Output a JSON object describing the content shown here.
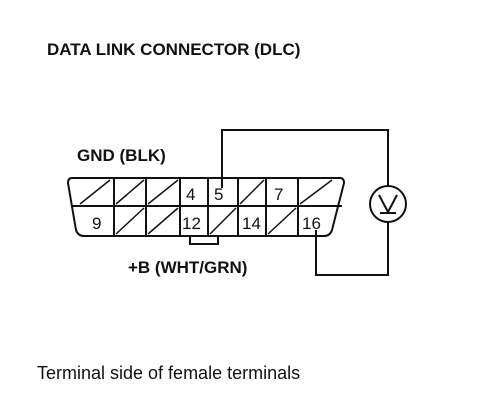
{
  "title": "DATA LINK CONNECTOR (DLC)",
  "gnd_label": "GND (BLK)",
  "b_label": "+B (WHT/GRN)",
  "caption": "Terminal side of female terminals",
  "pins": {
    "p4": "4",
    "p5": "5",
    "p7": "7",
    "p9": "9",
    "p12": "12",
    "p14": "14",
    "p16": "16"
  },
  "meter_symbol": "voltmeter-icon"
}
